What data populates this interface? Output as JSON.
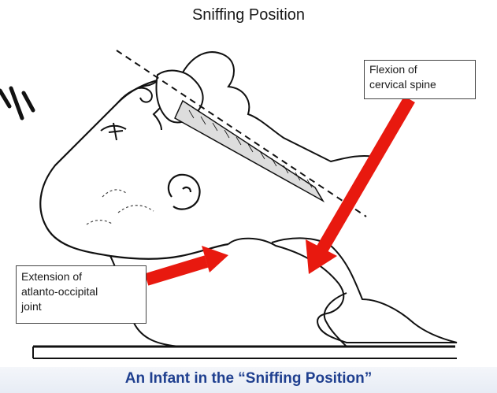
{
  "title": "Sniffing Position",
  "labels": {
    "flexion_line1": "Flexion of",
    "flexion_line2": "cervical spine",
    "extension_line1": "Extension of",
    "extension_line2": "atlanto-occipital",
    "extension_line3": "joint"
  },
  "caption": "An Infant in the “Sniffing Position”",
  "colors": {
    "arrow": "#e8190f",
    "caption": "#1f3f8f",
    "line": "#111111"
  }
}
